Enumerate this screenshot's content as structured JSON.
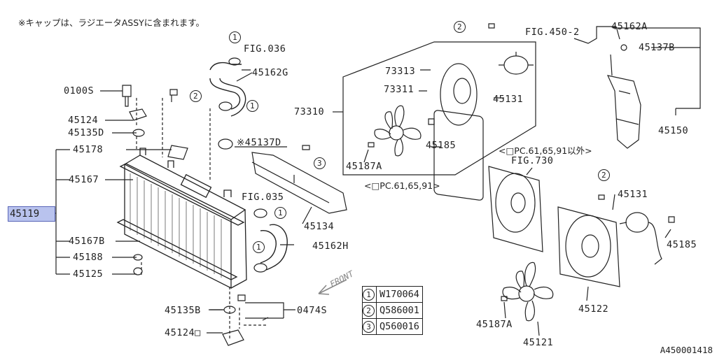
{
  "note": "※キャップは、ラジエータASSYに含まれます。",
  "reference": "A450001418",
  "front": "FRONT",
  "highlight": "45119",
  "captions": {
    "only": "<□PC.61,65,91>",
    "except": "<□PC.61,65,91以外>"
  },
  "labels": {
    "p0100S": "0100S",
    "p45124": "45124",
    "p45135D": "45135D",
    "p45178": "45178",
    "p45167": "45167",
    "p45167B": "45167B",
    "p45188": "45188",
    "p45125": "45125",
    "pFIG036": "FIG.036",
    "p45162G": "45162G",
    "p45137D": "※45137D",
    "pFIG035": "FIG.035",
    "p45134": "45134",
    "p45162H": "45162H",
    "p45135B": "45135B",
    "p0474S": "0474S",
    "p451240": "45124□",
    "p73313": "73313",
    "p73311": "73311",
    "p73310": "73310",
    "p45131a": "45131",
    "p45185a": "45185",
    "p45187Aa": "45187A",
    "pFIG450": "FIG.450-2",
    "p45162A": "45162A",
    "p45137B": "45137B",
    "p45150": "45150",
    "pFIG730": "FIG.730",
    "p45131b": "45131",
    "p45185b": "45185",
    "p45187Ab": "45187A",
    "p45122": "45122",
    "p45121": "45121"
  },
  "callouts": {
    "one": "1",
    "two": "2",
    "three": "3"
  },
  "legend": [
    {
      "num": "1",
      "code": "W170064"
    },
    {
      "num": "2",
      "code": "Q586001"
    },
    {
      "num": "3",
      "code": "Q560016"
    }
  ]
}
